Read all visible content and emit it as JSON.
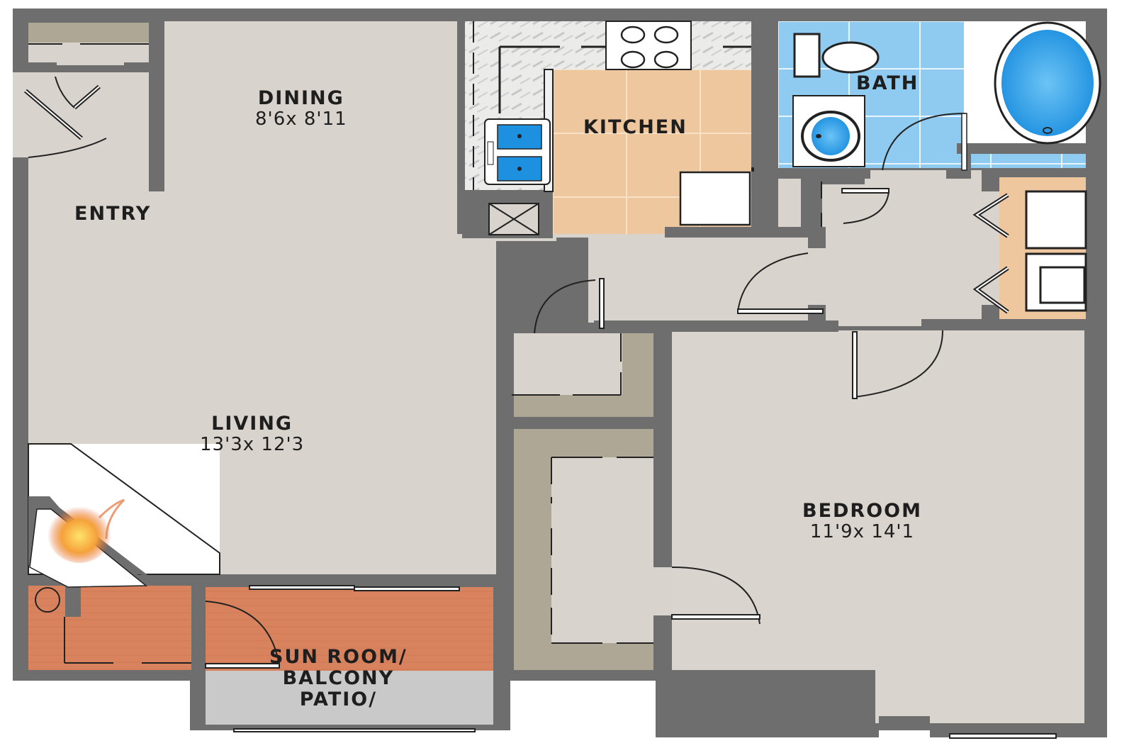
{
  "floor_plan": {
    "colors": {
      "wall": "#6e6e6e",
      "floor": "#d9d3cd",
      "closet_shelf": "#ada698",
      "kitchen_tile": "#f0c9a0",
      "bath_tile": "#8ec9ef",
      "fixture_blue": "#1e90e0",
      "wood_floor": "#d9835e",
      "patio": "#c8c8c8",
      "fixture_white": "#ffffff"
    },
    "rooms": [
      {
        "id": "entry",
        "name": "ENTRY",
        "dimensions": ""
      },
      {
        "id": "dining",
        "name": "DINING",
        "dimensions": "8'6x  8'11"
      },
      {
        "id": "kitchen",
        "name": "KITCHEN",
        "dimensions": ""
      },
      {
        "id": "bath",
        "name": "BATH",
        "dimensions": ""
      },
      {
        "id": "living",
        "name": "LIVING",
        "dimensions": "13'3x  12'3"
      },
      {
        "id": "bedroom",
        "name": "BEDROOM",
        "dimensions": "11'9x  14'1"
      },
      {
        "id": "sunroom",
        "name": "SUN ROOM/",
        "line2": "BALCONY",
        "line3": "PATIO/"
      }
    ]
  }
}
